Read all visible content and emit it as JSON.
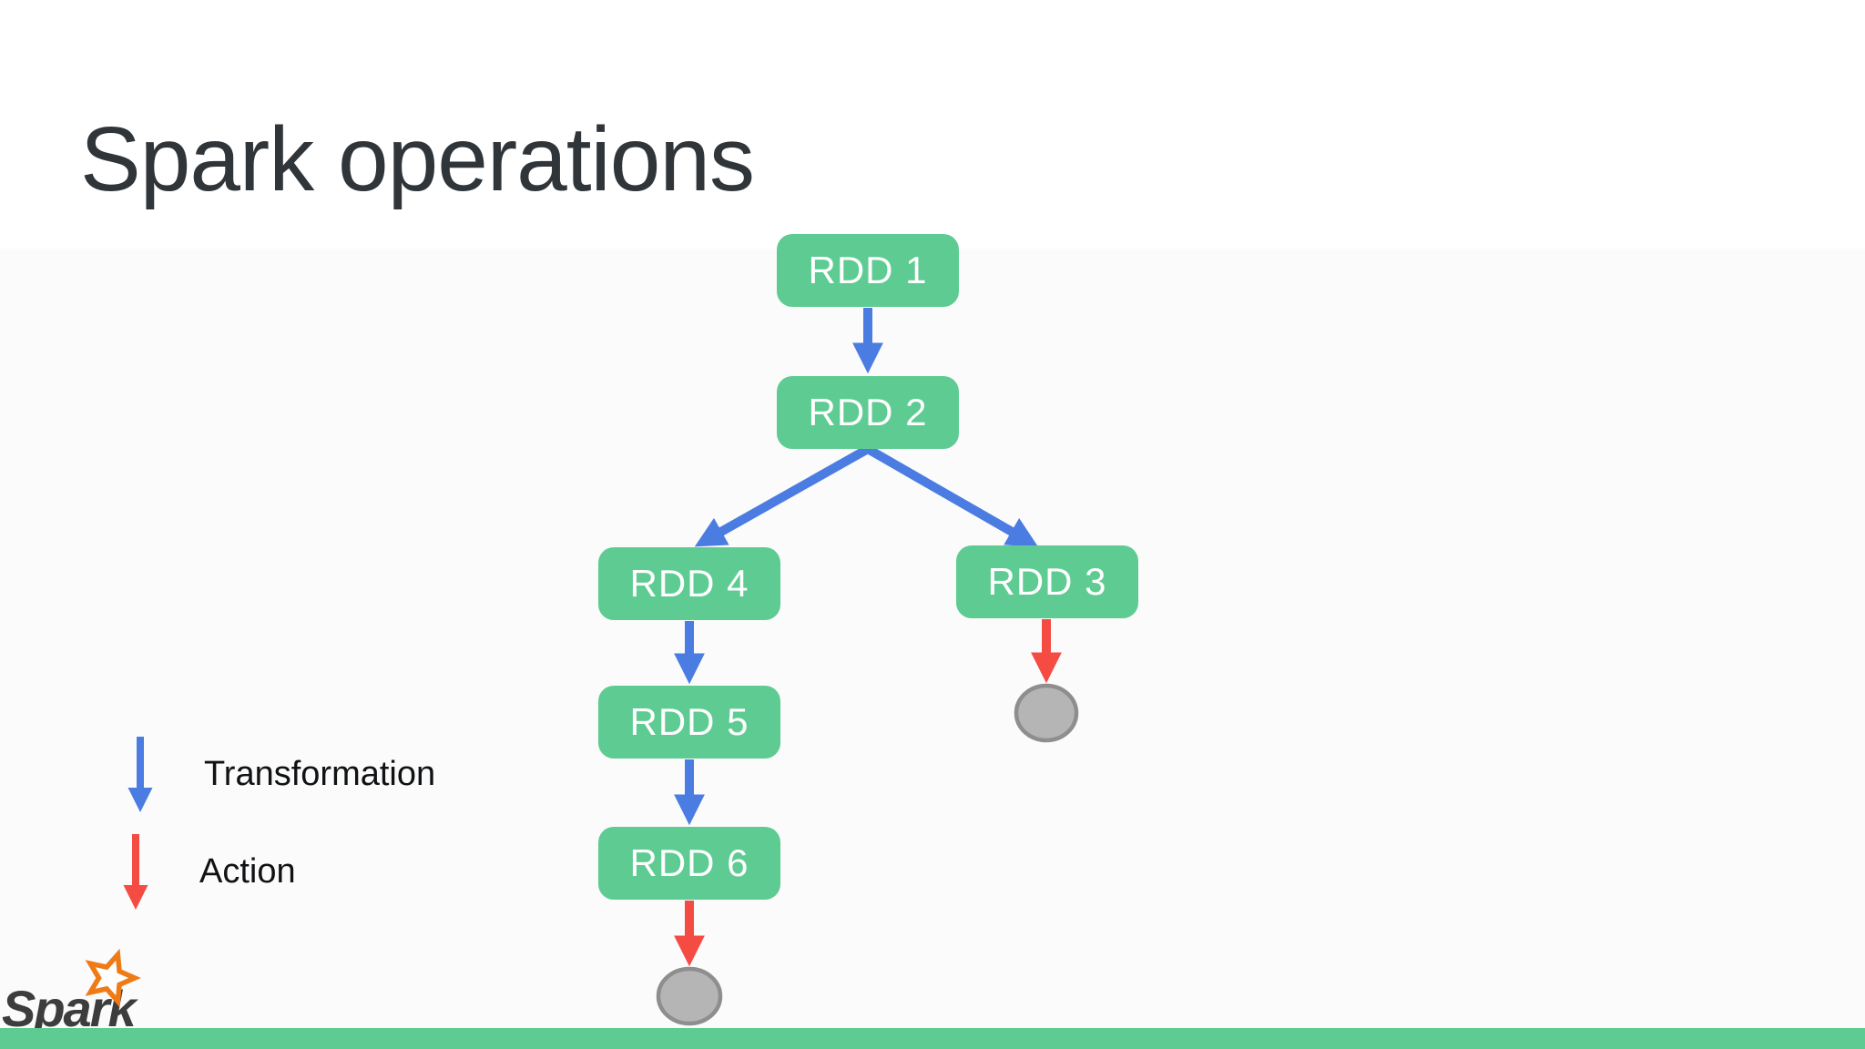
{
  "slide": {
    "title": "Spark operations",
    "colors": {
      "green": "#5ecc92",
      "blue": "#4a7ce2",
      "red": "#f44b43",
      "gray_fill": "#b5b5b5",
      "gray_stroke": "#8e8e8e",
      "title": "#30353a",
      "text": "#101214",
      "node_text": "#ffffff",
      "orange": "#ef7b17",
      "logo_text_color": "#3d3d3d"
    }
  },
  "diagram": {
    "type": "dag",
    "nodes": [
      {
        "id": "rdd1",
        "label": "RDD 1"
      },
      {
        "id": "rdd2",
        "label": "RDD 2"
      },
      {
        "id": "rdd3",
        "label": "RDD 3"
      },
      {
        "id": "rdd4",
        "label": "RDD 4"
      },
      {
        "id": "rdd5",
        "label": "RDD 5"
      },
      {
        "id": "rdd6",
        "label": "RDD 6"
      }
    ],
    "edges": [
      {
        "from": "RDD 1",
        "to": "RDD 2",
        "type": "transformation"
      },
      {
        "from": "RDD 2",
        "to": "RDD 4",
        "type": "transformation"
      },
      {
        "from": "RDD 2",
        "to": "RDD 3",
        "type": "transformation"
      },
      {
        "from": "RDD 4",
        "to": "RDD 5",
        "type": "transformation"
      },
      {
        "from": "RDD 5",
        "to": "RDD 6",
        "type": "transformation"
      },
      {
        "from": "RDD 6",
        "to": "result",
        "type": "action"
      },
      {
        "from": "RDD 3",
        "to": "result",
        "type": "action"
      }
    ],
    "result_nodes": [
      {
        "shape": "ellipse",
        "attached_to": "RDD 3"
      },
      {
        "shape": "ellipse",
        "attached_to": "RDD 6"
      }
    ]
  },
  "legend": {
    "items": [
      {
        "label": "Transformation",
        "color": "blue"
      },
      {
        "label": "Action",
        "color": "red"
      }
    ]
  },
  "footer": {
    "logo_text": "Spark"
  }
}
